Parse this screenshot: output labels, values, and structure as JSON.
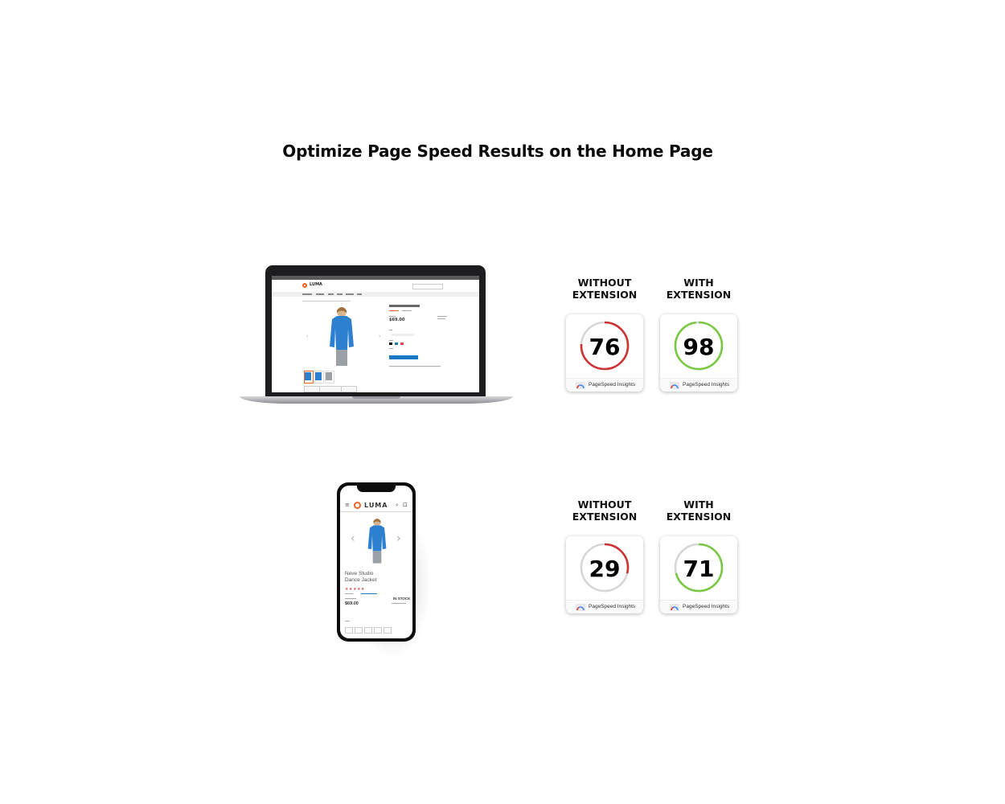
{
  "title": "Optimize Page Speed Results on the Home Page",
  "desktop": {
    "without_label": "WITHOUT EXTENSION",
    "with_label": "WITH EXTENSION",
    "without_score": "76",
    "with_score": "98",
    "without_fraction": 0.76,
    "with_fraction": 0.98,
    "without_color": "#cc3333",
    "with_color": "#7ac943",
    "badge_text": "PageSpeed Insights"
  },
  "mobile": {
    "without_label": "WITHOUT EXTENSION",
    "with_label": "WITH EXTENSION",
    "without_score": "29",
    "with_score": "71",
    "without_fraction": 0.29,
    "with_fraction": 0.71,
    "without_color": "#cc3333",
    "with_color": "#7ac943",
    "badge_text": "PageSpeed Insights"
  },
  "phone_screen": {
    "logo": "LUMA",
    "product_name": "Neve Studio Dance Jacket",
    "price": "$69.00",
    "stock": "IN STOCK"
  },
  "colors": {
    "accent_orange": "#f26322",
    "jacket_blue": "#2d7fd0",
    "button_blue": "#1979c3",
    "track_grey": "#d6d6d6"
  }
}
